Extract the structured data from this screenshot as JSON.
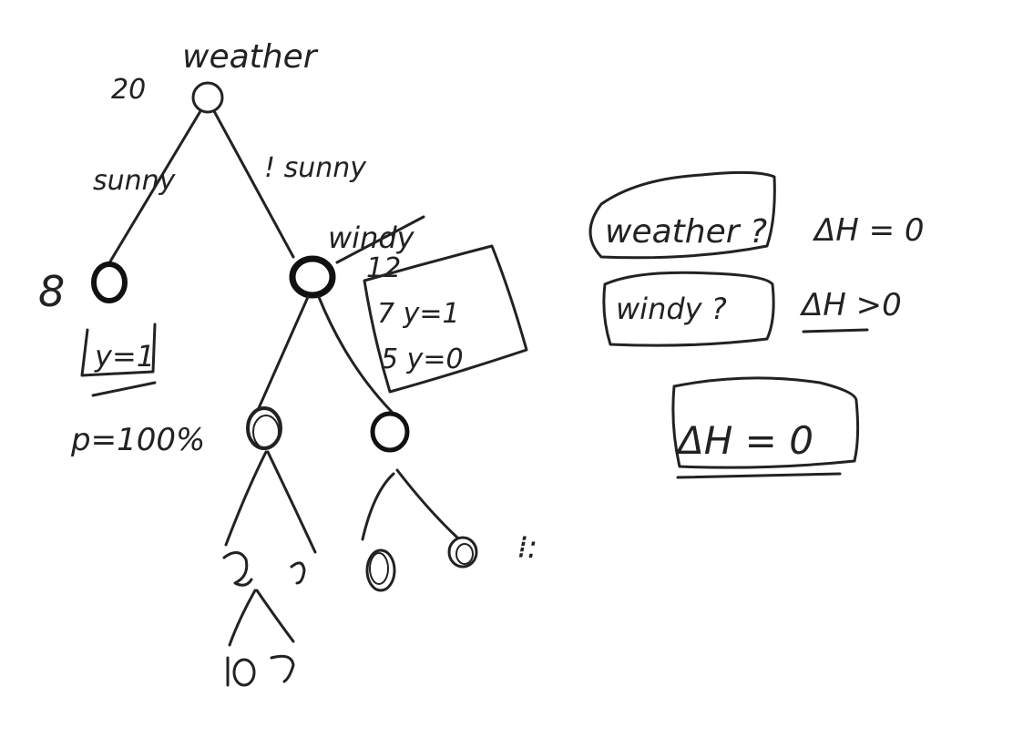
{
  "tree": {
    "root_label": "weather",
    "root_count": "20",
    "edge_left": "sunny",
    "edge_right": "! sunny",
    "left_count": "8",
    "left_box": "y=1",
    "left_prob": "p=100%",
    "right_label": "windy",
    "right_count": "12",
    "right_box_line1": "7 y=1",
    "right_box_line2": "5 y=0",
    "ellipsis": "⁞:"
  },
  "notes": {
    "weather_q": "weather ?",
    "weather_dh": "ΔH = 0",
    "windy_q": "windy ?",
    "windy_dh": "ΔH >0",
    "boxed_dh": "ΔH = 0"
  }
}
